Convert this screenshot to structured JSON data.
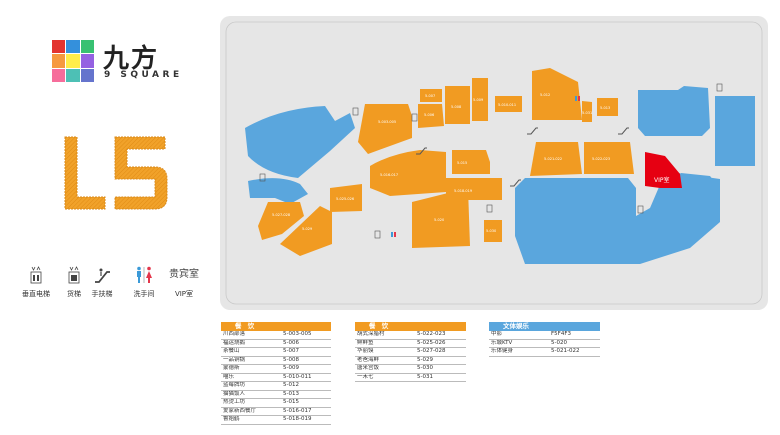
{
  "brand": {
    "cn": "九方",
    "en": "9 SQUARE",
    "grid_colors": [
      "#e3342f",
      "#3490dc",
      "#38c172",
      "#f6993f",
      "#ffed4a",
      "#9561e2",
      "#f66d9b",
      "#4dc0b5",
      "#6574cd"
    ]
  },
  "floor": {
    "label": "L5",
    "color": "#f1a22a"
  },
  "colors": {
    "orange": "#f19b22",
    "blue": "#5aa6dd",
    "red": "#e60012",
    "walkway": "#ffffff",
    "panel": "#e6e6e6"
  },
  "legend": [
    {
      "icon": "elevator-icon",
      "label": "垂直电梯"
    },
    {
      "icon": "freight-elevator-icon",
      "label": "货梯"
    },
    {
      "icon": "escalator-icon",
      "label": "手扶梯"
    },
    {
      "icon": "restroom-icon",
      "label": "洗手间"
    },
    {
      "icon": "vip-room-icon",
      "label": "VIP室",
      "title": "贵宾室"
    }
  ],
  "map": {
    "vip_label": "VIP室",
    "shops": [
      "5-003-005",
      "5-006",
      "5-007",
      "5-008",
      "5-009",
      "5-010-011",
      "5-012",
      "5-013",
      "5-015",
      "5-016-017",
      "5-018-019",
      "5-020",
      "5-021-022",
      "5-022-023",
      "5-025-026",
      "5-027-028",
      "5-029",
      "5-030",
      "5-031"
    ]
  },
  "directory": {
    "food1": {
      "title": "餐 饮",
      "rows": [
        {
          "name": "川西部落",
          "code": "5-003-005"
        },
        {
          "name": "福运烧鹅",
          "code": "5-006"
        },
        {
          "name": "茶餐山",
          "code": "5-007"
        },
        {
          "name": "一品铜锅",
          "code": "5-008"
        },
        {
          "name": "蒙德斯",
          "code": "5-009"
        },
        {
          "name": "喵乐",
          "code": "5-010-011"
        },
        {
          "name": "蓝莓牌坊",
          "code": "5-012"
        },
        {
          "name": "猫猫饭人",
          "code": "5-013"
        },
        {
          "name": "热烫工坊",
          "code": "5-015"
        },
        {
          "name": "爱家新西餐厅",
          "code": "5-016-017"
        },
        {
          "name": "鲁始鹤",
          "code": "5-018-019"
        }
      ]
    },
    "food2": {
      "title": "餐 饮",
      "rows": [
        {
          "name": "胡式深腊村",
          "code": "5-022-023"
        },
        {
          "name": "鲜鲜鱼",
          "code": "5-025-026"
        },
        {
          "name": "华丽馍",
          "code": "5-027-028"
        },
        {
          "name": "老爸海鲜",
          "code": "5-029"
        },
        {
          "name": "唐米宫饭",
          "code": "5-030"
        },
        {
          "name": "一禾七",
          "code": "5-031"
        }
      ]
    },
    "ent": {
      "title": "文体娱乐",
      "rows": [
        {
          "name": "中影",
          "code": "F5F4F3"
        },
        {
          "name": "乐城KTV",
          "code": "5-020"
        },
        {
          "name": "乐体健身",
          "code": "5-021-022"
        }
      ]
    }
  }
}
